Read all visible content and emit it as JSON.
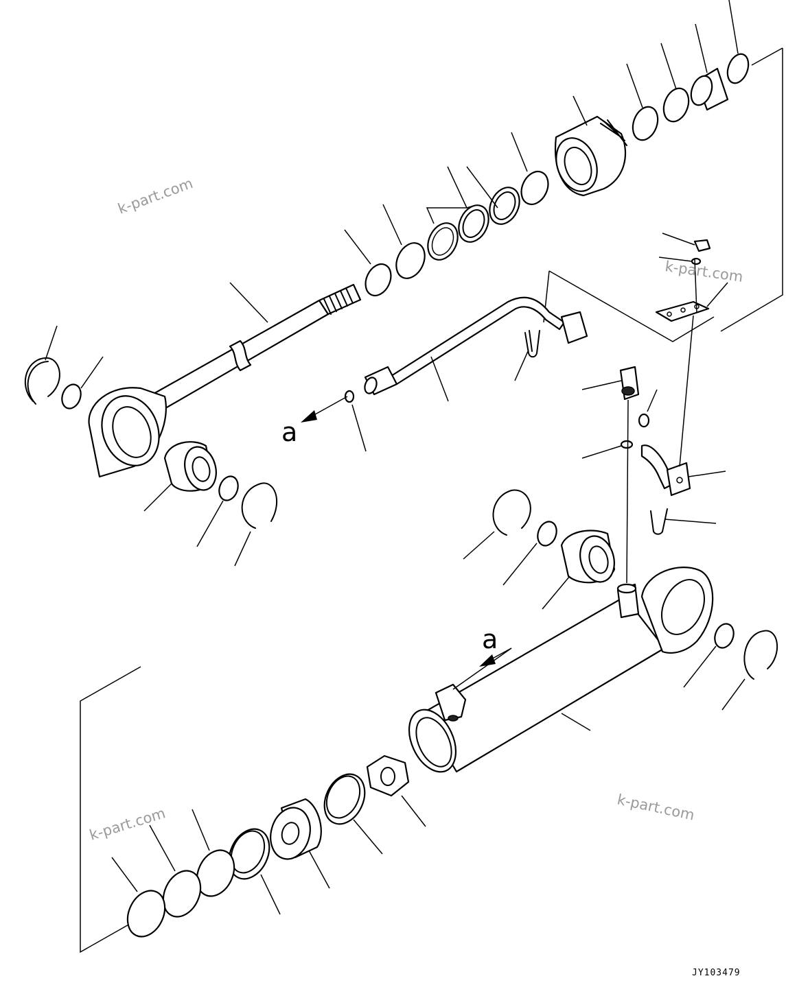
{
  "watermarks": [
    "k-part.com",
    "k-part.com",
    "k-part.com",
    "k-part.com"
  ],
  "labels": {
    "view_a_top": "a",
    "view_a_bottom": "a"
  },
  "drawing_code": "JY103479"
}
